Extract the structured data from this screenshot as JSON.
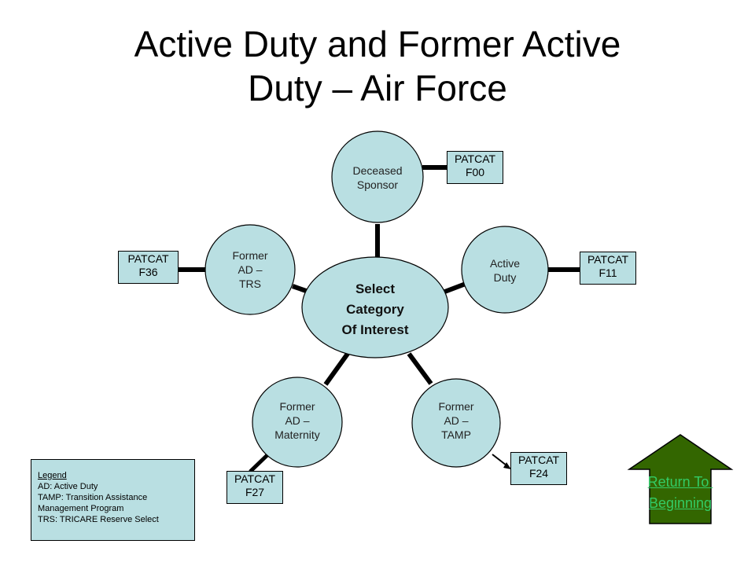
{
  "title_line1": "Active Duty and Former Active",
  "title_line2": "Duty – Air Force",
  "center": {
    "line1": "Select",
    "line2": "Category",
    "line3": "Of Interest"
  },
  "nodes": {
    "deceased": {
      "line1": "Deceased",
      "line2": "Sponsor",
      "code_line1": "PATCAT",
      "code_line2": "F00"
    },
    "active": {
      "line1": "Active",
      "line2": "Duty",
      "code_line1": "PATCAT",
      "code_line2": "F11"
    },
    "tamp": {
      "line1": "Former",
      "line2": "AD –",
      "line3": "TAMP",
      "code_line1": "PATCAT",
      "code_line2": "F24"
    },
    "maternity": {
      "line1": "Former",
      "line2": "AD –",
      "line3": "Maternity",
      "code_line1": "PATCAT",
      "code_line2": "F27"
    },
    "trs": {
      "line1": "Former",
      "line2": "AD –",
      "line3": "TRS",
      "code_line1": "PATCAT",
      "code_line2": "F36"
    }
  },
  "legend": {
    "heading": "Legend",
    "line1": "AD: Active Duty",
    "line2": "TAMP: Transition Assistance",
    "line3": "Management Program",
    "line4": "TRS: TRICARE  Reserve Select"
  },
  "return_button": {
    "line1": "Return To ",
    "line2": "Beginning"
  },
  "colors": {
    "node_fill": "#b9dfe2",
    "arrow_fill": "#336600",
    "link_text": "#33cc66"
  }
}
